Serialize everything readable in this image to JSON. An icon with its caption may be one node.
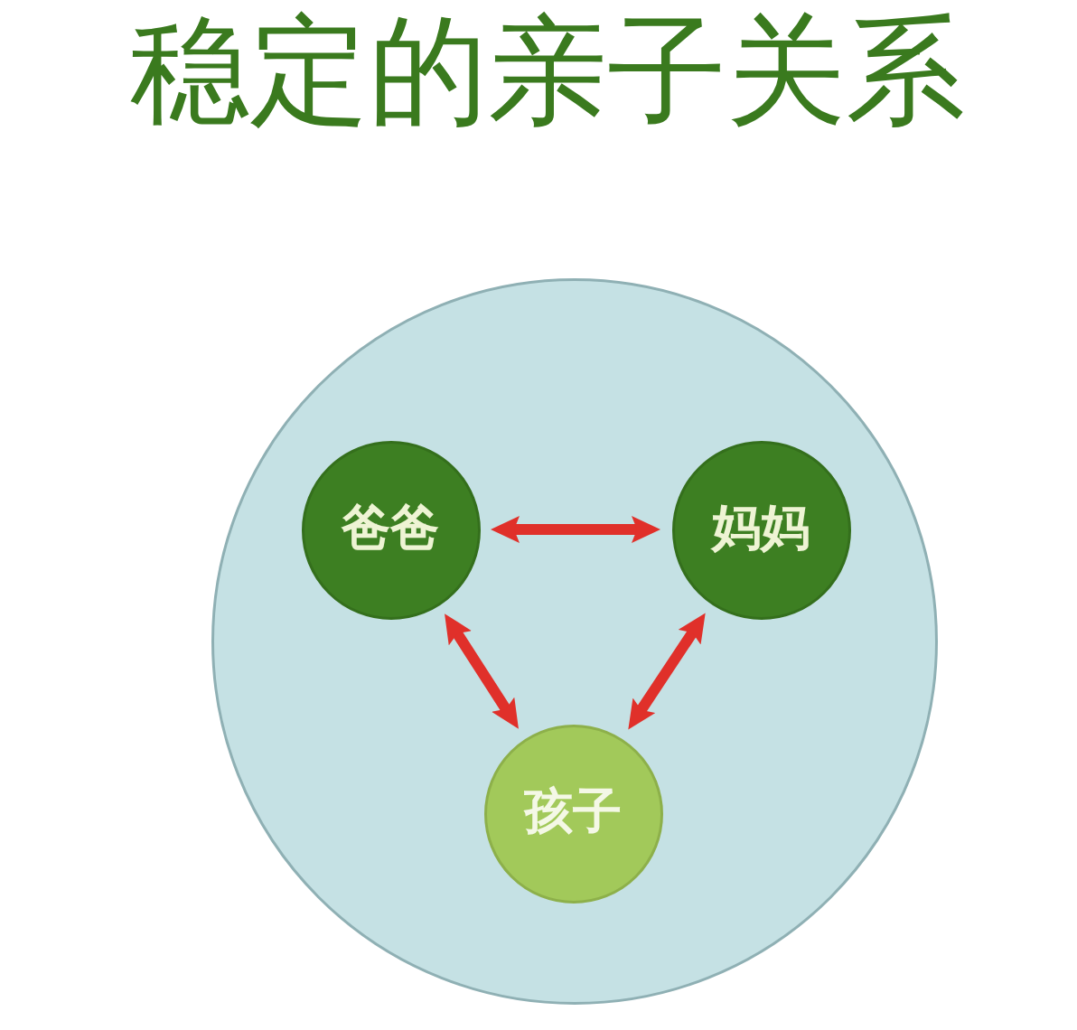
{
  "diagram": {
    "title": "稳定的亲子关系",
    "nodes": [
      {
        "text": [],
        "shape": "circle"
      },
      {
        "text": [
          "爸爸"
        ],
        "in": 0
      },
      {
        "text": [
          "妈妈"
        ],
        "in": 0
      },
      {
        "text": [
          "孩子"
        ],
        "in": 0
      }
    ],
    "edges": [
      {
        "from": 1,
        "to": 2,
        "arrow": "both"
      },
      {
        "from": 1,
        "to": 3,
        "arrow": "both"
      },
      {
        "from": 2,
        "to": 3,
        "arrow": "both"
      }
    ]
  }
}
